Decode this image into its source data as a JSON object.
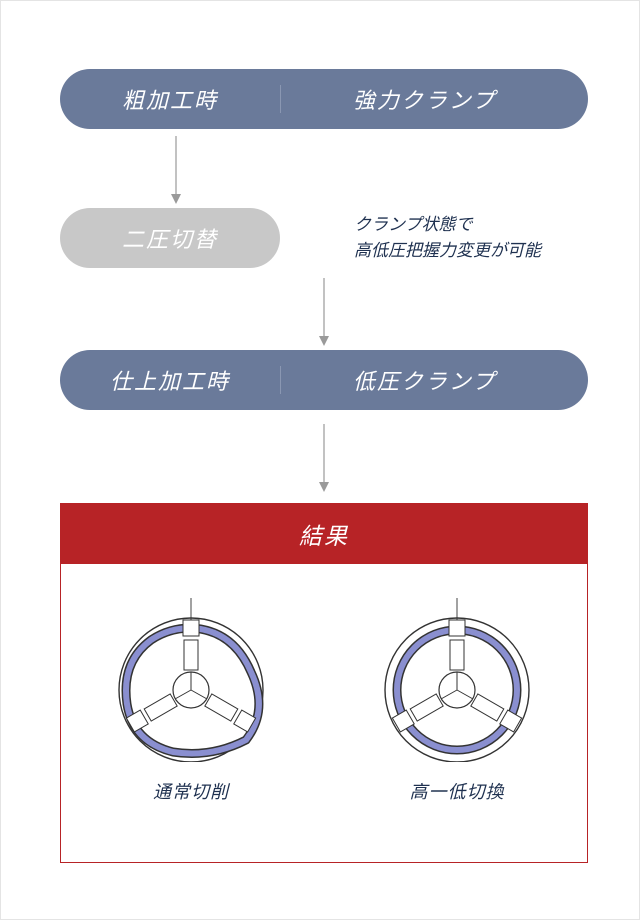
{
  "steps": {
    "rough": {
      "left": "粗加工時",
      "right": "強力クランプ"
    },
    "switch": {
      "label": "二圧切替"
    },
    "note": {
      "line1": "クランプ状態で",
      "line2": "高低圧把握力変更が可能"
    },
    "finish": {
      "left": "仕上加工時",
      "right": "低圧クランプ"
    }
  },
  "result": {
    "title": "結果",
    "left_label": "通常切削",
    "right_label": "高一低切換"
  },
  "colors": {
    "pill_blue": "#6a7a9a",
    "pill_gray": "#c8c8c8",
    "result_red": "#b72326",
    "ring_purple": "#8a8fd0",
    "text_navy": "#1f3150"
  }
}
